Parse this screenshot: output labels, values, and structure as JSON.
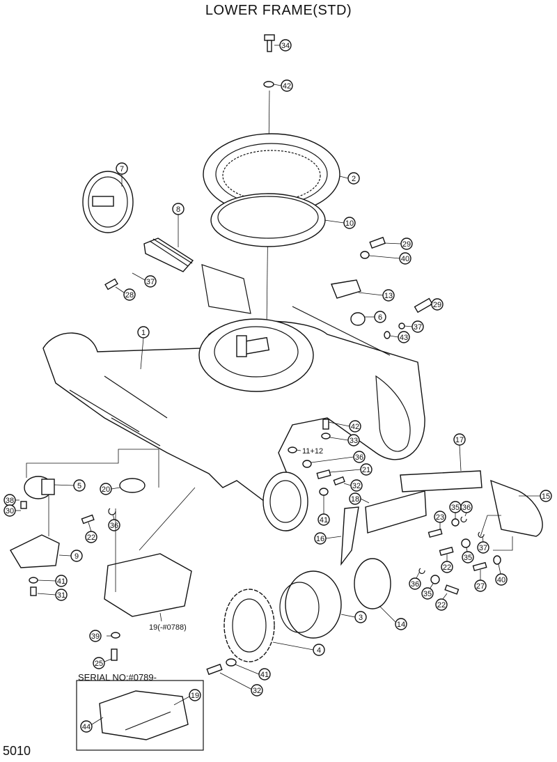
{
  "title": "LOWER FRAME(STD)",
  "page_number": "5010",
  "serial_note": "SERIAL NO:#0789-",
  "callouts": [
    {
      "id": "c34",
      "label": "34"
    },
    {
      "id": "c42a",
      "label": "42"
    },
    {
      "id": "c2",
      "label": "2"
    },
    {
      "id": "c10",
      "label": "10"
    },
    {
      "id": "c7",
      "label": "7"
    },
    {
      "id": "c8",
      "label": "8"
    },
    {
      "id": "c37a",
      "label": "37"
    },
    {
      "id": "c28",
      "label": "28"
    },
    {
      "id": "c29a",
      "label": "29"
    },
    {
      "id": "c40a",
      "label": "40"
    },
    {
      "id": "c13",
      "label": "13"
    },
    {
      "id": "c29b",
      "label": "29"
    },
    {
      "id": "c6",
      "label": "6"
    },
    {
      "id": "c37b",
      "label": "37"
    },
    {
      "id": "c43",
      "label": "43"
    },
    {
      "id": "c1",
      "label": "1"
    },
    {
      "id": "c42b",
      "label": "42"
    },
    {
      "id": "c33",
      "label": "33"
    },
    {
      "id": "c11",
      "label": "11+12"
    },
    {
      "id": "c36a",
      "label": "36"
    },
    {
      "id": "c21",
      "label": "21"
    },
    {
      "id": "c32a",
      "label": "32"
    },
    {
      "id": "c17",
      "label": "17"
    },
    {
      "id": "c15",
      "label": "15"
    },
    {
      "id": "c5",
      "label": "5"
    },
    {
      "id": "c20",
      "label": "20"
    },
    {
      "id": "c38",
      "label": "38"
    },
    {
      "id": "c30",
      "label": "30"
    },
    {
      "id": "c36b",
      "label": "36"
    },
    {
      "id": "c22a",
      "label": "22"
    },
    {
      "id": "c41a",
      "label": "41"
    },
    {
      "id": "c18",
      "label": "18"
    },
    {
      "id": "c16",
      "label": "16"
    },
    {
      "id": "c35a",
      "label": "35"
    },
    {
      "id": "c36c",
      "label": "36"
    },
    {
      "id": "c23",
      "label": "23"
    },
    {
      "id": "c37c",
      "label": "37"
    },
    {
      "id": "c22b",
      "label": "22"
    },
    {
      "id": "c35b",
      "label": "35"
    },
    {
      "id": "c27",
      "label": "27"
    },
    {
      "id": "c40b",
      "label": "40"
    },
    {
      "id": "c9",
      "label": "9"
    },
    {
      "id": "c41b",
      "label": "41"
    },
    {
      "id": "c31",
      "label": "31"
    },
    {
      "id": "c36d",
      "label": "36"
    },
    {
      "id": "c35c",
      "label": "35"
    },
    {
      "id": "c22c",
      "label": "22"
    },
    {
      "id": "c3",
      "label": "3"
    },
    {
      "id": "c14",
      "label": "14"
    },
    {
      "id": "c19a",
      "label": "19(-#0788)"
    },
    {
      "id": "c39",
      "label": "39"
    },
    {
      "id": "c4",
      "label": "4"
    },
    {
      "id": "c25",
      "label": "25"
    },
    {
      "id": "c41c",
      "label": "41"
    },
    {
      "id": "c32b",
      "label": "32"
    },
    {
      "id": "c19b",
      "label": "19"
    },
    {
      "id": "c44",
      "label": "44"
    }
  ]
}
